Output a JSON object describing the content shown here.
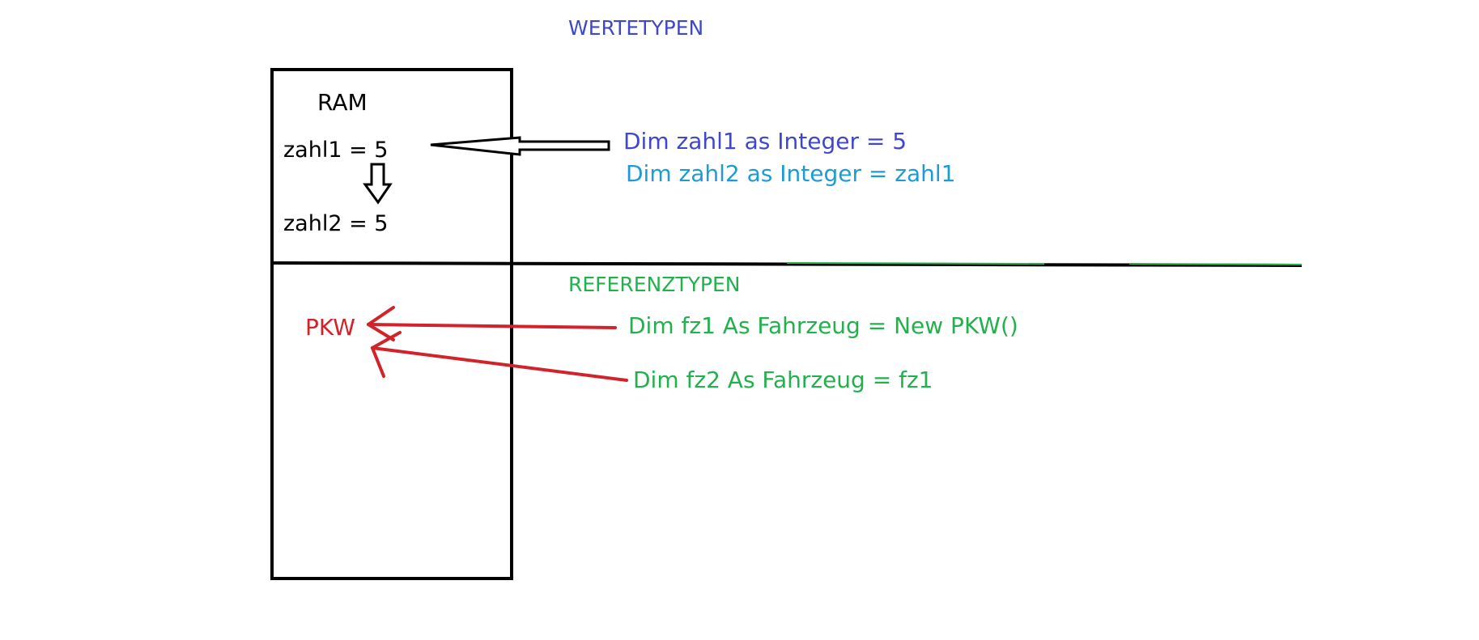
{
  "colors": {
    "black": "#000000",
    "wertetypen_blue": "#3f48cc",
    "light_blue": "#1e9bd7",
    "green": "#22b14c",
    "red": "#d1232a"
  },
  "ram": {
    "label": "RAM",
    "zahl1": "zahl1 = 5",
    "zahl2": "zahl2 = 5",
    "pkw": "PKW"
  },
  "wertetypen": {
    "title": "WERTETYPEN",
    "line1": "Dim zahl1 as Integer = 5",
    "line2": "Dim zahl2 as Integer = zahl1"
  },
  "referenztypen": {
    "title": "REFERENZTYPEN",
    "line1": "Dim fz1 As Fahrzeug = New PKW()",
    "line2": "Dim fz2 As Fahrzeug = fz1"
  },
  "icons": {
    "outline_arrow": "arrow-left-outline-icon",
    "down_arrow": "arrow-down-outline-icon",
    "red_arrow": "arrow-left-red-icon"
  }
}
